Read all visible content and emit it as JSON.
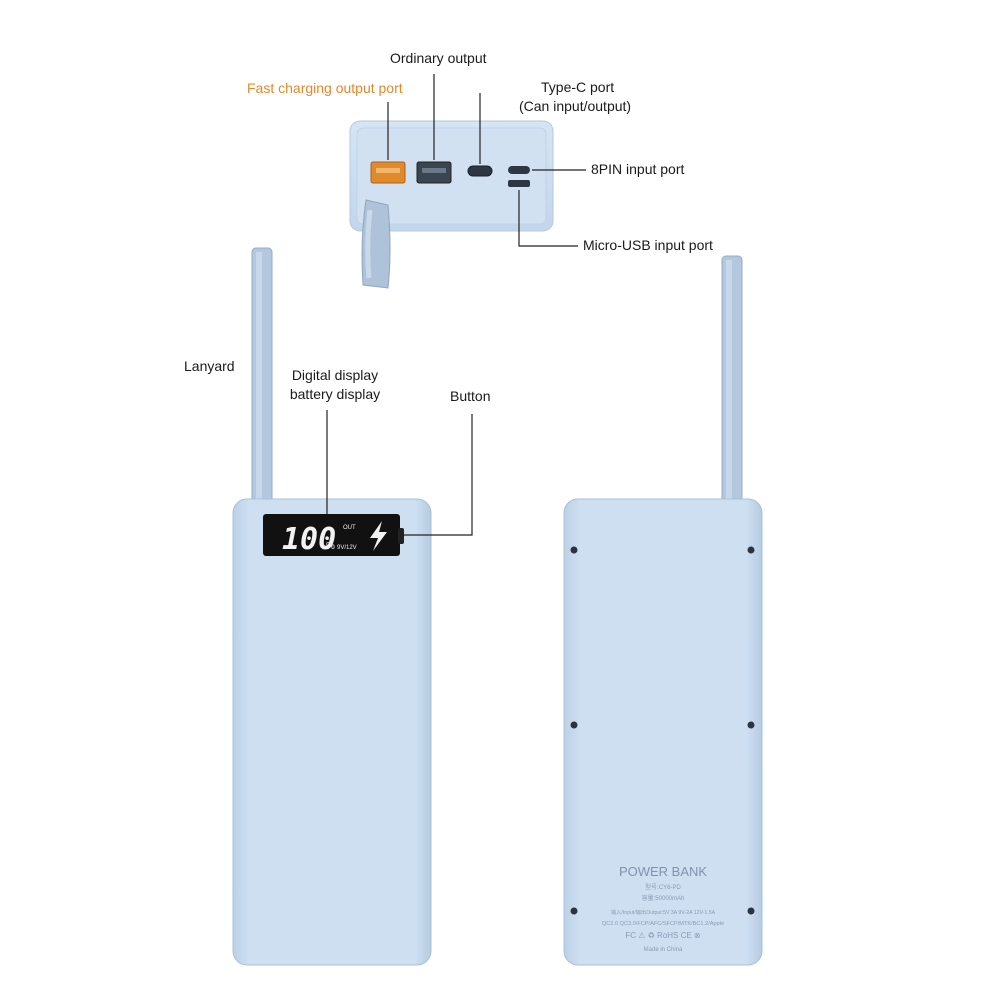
{
  "colors": {
    "body": "#c9dbee",
    "body_shade": "#b8cde3",
    "fast_port": "#e08a2c",
    "display": "#111111",
    "label_accent": "#e08a2c"
  },
  "labels": {
    "ordinary_output": "Ordinary output",
    "fast_output": "Fast charging output port",
    "type_c_line1": "Type-C port",
    "type_c_line2": "(Can input/output)",
    "eight_pin": "8PIN input port",
    "micro_usb": "Micro-USB input port",
    "lanyard": "Lanyard",
    "display_line1": "Digital display",
    "display_line2": "battery display",
    "button": "Button"
  },
  "display": {
    "percent_value": "100",
    "percent_sign": "%",
    "out_text": "OUT",
    "voltage_text": "9V/12V"
  },
  "back": {
    "brand": "POWER BANK",
    "model": "型号:CY6-PD",
    "capacity": "容量:50000mAh",
    "spec_io": "输入/Input/输出Output:5V 3A 9V-2A 12V-1.5A",
    "spec_protocols": "QC2.0 QC3.0/FCP/AFC/SFCP/MTK/BC1.2/Apple",
    "certs": "FC ⚠ ♻ RoHS CE ⊗",
    "made_in": "Made in China"
  }
}
